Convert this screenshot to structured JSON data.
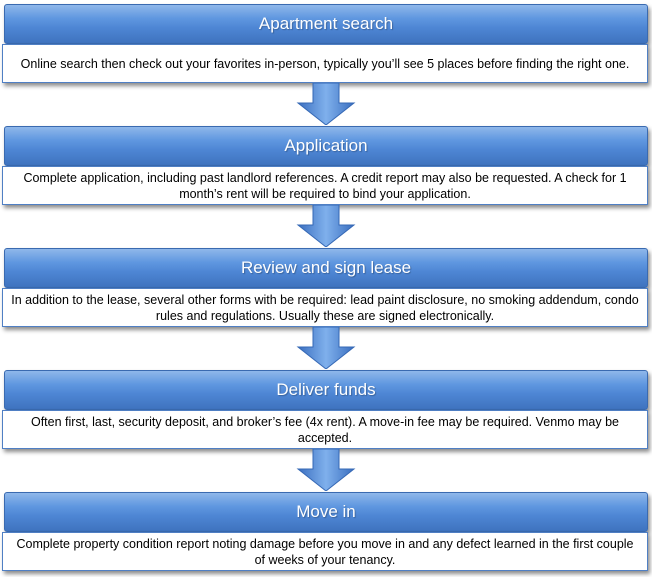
{
  "steps": [
    {
      "title": "Apartment search",
      "description": "Online search then check out your favorites in-person, typically you’ll see 5 places before finding the right one."
    },
    {
      "title": "Application",
      "description": "Complete application, including past landlord references.  A credit report may also be requested.  A check for 1 month’s rent will be required to bind your application."
    },
    {
      "title": "Review and sign lease",
      "description": "In addition to the lease, several other forms with be required: lead paint disclosure, no smoking addendum, condo rules and regulations.  Usually these are signed electronically."
    },
    {
      "title": "Deliver funds",
      "description": "Often first, last, security deposit, and broker’s fee (4x rent).  A move-in fee may be required.  Venmo may be accepted."
    },
    {
      "title": "Move in",
      "description": "Complete property condition report noting damage before you move in and any defect learned in the first couple of weeks of your tenancy."
    }
  ],
  "colors": {
    "header_top": "#8fb7ea",
    "header_bottom": "#3f73bf",
    "border": "#4f7fc4",
    "arrow": "#5a8fd8"
  }
}
